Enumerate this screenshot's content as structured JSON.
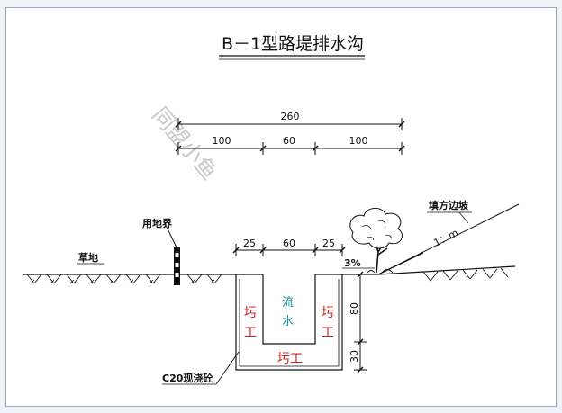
{
  "title": "B－1型路堤排水沟",
  "watermark": "同盟小鱼",
  "dimensions": {
    "top_total": "260",
    "top_left": "100",
    "top_mid": "60",
    "top_right": "100",
    "ditch_left": "25",
    "ditch_mid": "60",
    "ditch_right": "25",
    "slope_pct": "3%",
    "depth_upper": "80",
    "depth_lower": "30"
  },
  "labels": {
    "land_boundary": "用地界",
    "grass": "草地",
    "fill_slope": "填方边坡",
    "slope_ratio": "1：m",
    "concrete": "C20现浇砼",
    "masonry_char1": "圬",
    "masonry_char2": "工",
    "masonry_bottom": "圬工",
    "water_char1": "流",
    "water_char2": "水"
  },
  "colors": {
    "line": "#111111",
    "masonry_text": "#d21e1e",
    "water_text": "#1a8e9c",
    "watermark": "#c8c8c8",
    "background": "#eef3fa"
  }
}
